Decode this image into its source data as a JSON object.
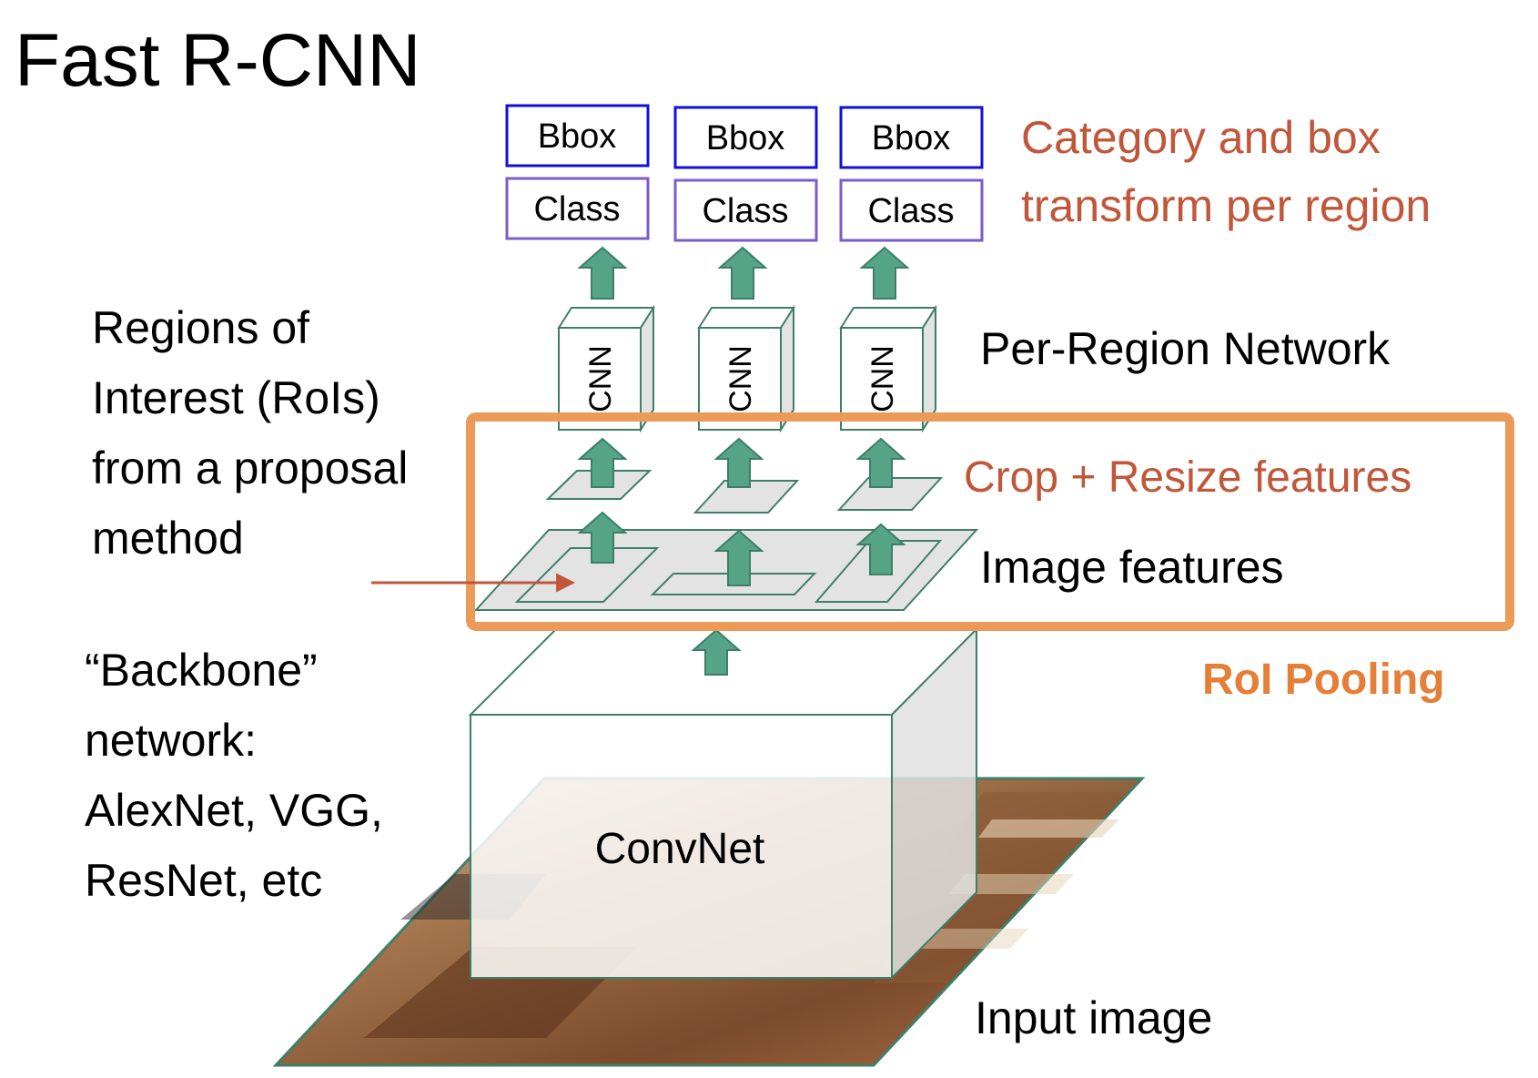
{
  "title": "Fast R-CNN",
  "labels": {
    "rois": [
      "Regions of",
      "Interest (RoIs)",
      "from a proposal",
      "method"
    ],
    "backbone": [
      "“Backbone”",
      "network:",
      "AlexNet, VGG,",
      "ResNet, etc"
    ],
    "category": [
      "Category and box",
      "transform per region"
    ],
    "per_region": "Per-Region Network",
    "crop_resize": "Crop + Resize features",
    "image_features": "Image features",
    "roi_pooling": "RoI Pooling",
    "input_image": "Input image",
    "convnet": "ConvNet"
  },
  "heads": [
    {
      "bbox": "Bbox",
      "class": "Class",
      "cnn": "CNN"
    },
    {
      "bbox": "Bbox",
      "class": "Class",
      "cnn": "CNN"
    },
    {
      "bbox": "Bbox",
      "class": "Class",
      "cnn": "CNN"
    }
  ],
  "colors": {
    "arrow": "#56A487",
    "arrow_stroke": "#3C7F68",
    "bbox_border": "#1010D8",
    "class_border": "#7B5CC8",
    "orange_label": "#C0573A",
    "roi_pooling": "#E57E36",
    "orange_box": "#EC9A58",
    "plane_fill": "#E3E3E3",
    "plane_stroke": "#3E7F68",
    "roi_arrow": "#C0573A"
  }
}
